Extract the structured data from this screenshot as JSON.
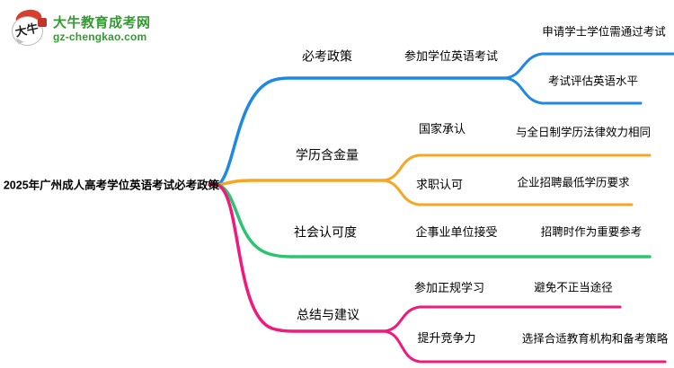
{
  "brand": {
    "logo_text": "大牛",
    "site_name": "大牛教育成考网",
    "site_url": "gz-chengkao.com",
    "brand_color": "#339933",
    "seal_color": "#c2332a"
  },
  "mindmap": {
    "root": "2025年广州成人高考学位英语考试必考政策",
    "root_color": "#d3265c",
    "text_color": "#000000",
    "branches": [
      {
        "label": "必考政策",
        "color": "#1e88e5",
        "children": [
          {
            "label": "参加学位英语考试",
            "children": [
              {
                "label": "申请学士学位需通过考试"
              },
              {
                "label": "考试评估英语水平"
              }
            ]
          }
        ]
      },
      {
        "label": "学历含金量",
        "color": "#f5a623",
        "children": [
          {
            "label": "国家承认",
            "children": [
              {
                "label": "与全日制学历法律效力相同"
              }
            ]
          },
          {
            "label": "求职认可",
            "children": [
              {
                "label": "企业招聘最低学历要求"
              }
            ]
          }
        ]
      },
      {
        "label": "社会认可度",
        "color": "#2bc46f",
        "children": [
          {
            "label": "企事业单位接受",
            "children": [
              {
                "label": "招聘时作为重要参考"
              }
            ]
          }
        ]
      },
      {
        "label": "总结与建议",
        "color": "#f1197b",
        "children": [
          {
            "label": "参加正规学习",
            "children": [
              {
                "label": "避免不正当途径"
              }
            ]
          },
          {
            "label": "提升竞争力",
            "children": [
              {
                "label": "选择合适教育机构和备考策略"
              }
            ]
          }
        ]
      }
    ]
  }
}
